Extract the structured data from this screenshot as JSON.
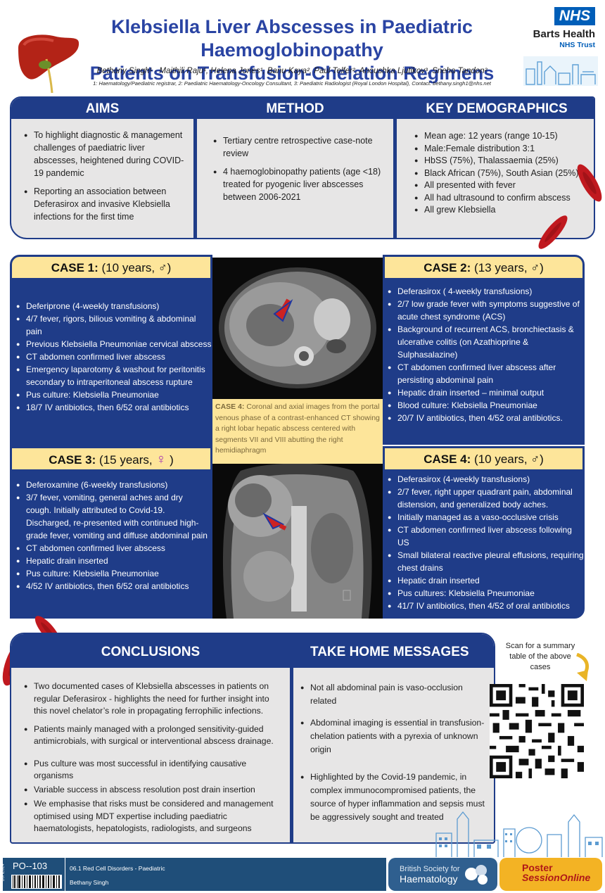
{
  "header": {
    "title_line1": "Klebsiella Liver Abscesses in Paediatric Haemoglobinopathy",
    "title_line2": "Patients on Transfusion-Chelation Regimens",
    "authors": "Bethany Singh¹ · Maithili Raju¹, Helena Jones¹, Banu Kaya², Paul Telfer², Anoushka Ljutikov³, Sneha Tandon²",
    "affiliations": "1: Haematology/Paediatric registrar, 2: Paediatric Haematology-Oncology Consultant, 3: Paediatric Radiologist (Royal London Hospital), Contact: bethany.singh1@nhs.net",
    "nhs_logo": "NHS",
    "org_name": "Barts Health",
    "org_sub": "NHS Trust"
  },
  "aims": {
    "heading": "AIMS",
    "items": [
      "To highlight diagnostic & management challenges of paediatric liver abscesses, heightened during COVID-19 pandemic",
      "Reporting an association between Deferasirox and invasive Klebsiella infections for the first time"
    ]
  },
  "method": {
    "heading": "METHOD",
    "items": [
      "Tertiary centre retrospective case-note review",
      "4 haemoglobinopathy patients (age <18) treated for pyogenic liver abscesses between 2006-2021"
    ]
  },
  "demographics": {
    "heading": "KEY DEMOGRAPHICS",
    "items": [
      "Mean age: 12 years (range 10-15)",
      "Male:Female distribution 3:1",
      "HbSS (75%), Thalassaemia (25%)",
      "Black African (75%), South Asian (25%)",
      "All presented with fever",
      "All had ultrasound to confirm abscess",
      "All grew Klebsiella"
    ]
  },
  "case1": {
    "label": "CASE 1:",
    "detail": "(10 years,",
    "symbol": "♂",
    "close": ")",
    "items": [
      "Deferiprone (4-weekly transfusions)",
      "4/7 fever, rigors, bilious vomiting & abdominal pain",
      "Previous Klebsiella Pneumoniae cervical abscess",
      "CT abdomen confirmed liver abscess",
      "Emergency laparotomy & washout for peritonitis secondary to intraperitoneal abscess rupture",
      "Pus culture: Klebsiella Pneumoniae",
      "18/7 IV antibiotics, then 6/52 oral antibiotics"
    ]
  },
  "case2": {
    "label": "CASE 2:",
    "detail": "(13 years,",
    "symbol": "♂",
    "close": ")",
    "items": [
      "Deferasirox ( 4-weekly transfusions)",
      "2/7 low grade fever with symptoms suggestive of acute chest syndrome (ACS)",
      "Background of recurrent ACS, bronchiectasis & ulcerative colitis (on Azathioprine & Sulphasalazine)",
      "CT abdomen confirmed liver abscess after persisting abdominal pain",
      "Hepatic drain inserted – minimal output",
      "Blood culture: Klebsiella Pneumoniae",
      "20/7 IV antibiotics, then 4/52 oral antibiotics."
    ]
  },
  "case3": {
    "label": "CASE 3:",
    "detail": "(15 years,",
    "symbol": "♀",
    "close": ")",
    "items": [
      "Deferoxamine (6-weekly  transfusions)",
      "3/7 fever, vomiting, general aches and dry cough. Initially attributed to Covid-19. Discharged, re-presented with continued high-grade fever, vomiting and diffuse abdominal pain",
      "CT abdomen confirmed liver abscess",
      "Hepatic drain inserted",
      "Pus culture: Klebsiella Pneumoniae",
      "4/52 IV antibiotics, then 6/52 oral antibiotics"
    ]
  },
  "case4": {
    "label": "CASE 4:",
    "detail": "(10 years,",
    "symbol": "♂",
    "close": ")",
    "items": [
      "Deferasirox (4-weekly transfusions)",
      "2/7 fever, right upper quadrant pain, abdominal distension, and generalized body aches.",
      "Initially managed as a vaso-occlusive crisis",
      "CT abdomen confirmed liver abscess following US",
      "Small bilateral reactive pleural effusions, requiring chest drains",
      "Hepatic drain inserted",
      "Pus cultures: Klebsiella Pneumoniae",
      "41/7 IV antibiotics, then 4/52 of oral antibiotics"
    ]
  },
  "ct_caption": {
    "label": "CASE 4:",
    "text": " Coronal and axial images from the portal venous phase of a contrast-enhanced CT showing a right lobar hepatic abscess centered with segments VII and VIII abutting the right hemidiaphragm"
  },
  "conclusions": {
    "heading": "CONCLUSIONS",
    "items": [
      "Two documented cases of Klebsiella abscesses in patients on regular Deferasirox - highlights the need for further insight into this novel chelator’s role in propagating ferrophilic infections.",
      "Patients mainly managed with a prolonged sensitivity-guided antimicrobials, with surgical or interventional abscess drainage.",
      "Pus culture was most successful in identifying causative organisms",
      "Variable success in abscess resolution post drain insertion",
      "We emphasise that risks must be considered and management optimised using MDT expertise including paediatric haematologists, hepatologists, radiologists, and surgeons"
    ]
  },
  "take_home": {
    "heading": "TAKE HOME MESSAGES",
    "items": [
      "Not all abdominal pain is vaso-occlusion related",
      "Abdominal imaging is essential in transfusion-chelation patients with a pyrexia of unknown origin",
      "Highlighted by the Covid-19 pandemic, in complex immunocompromised patients, the source of hyper inflammation and sepsis must be aggressively sought and treated"
    ]
  },
  "qr": {
    "text": "Scan for a summary table of the above cases"
  },
  "footer": {
    "poster_id": "PO--103",
    "side_code": "B8H2024",
    "category": "06.1 Red Cell Disorders - Paediatric",
    "presenter": "Bethany Singh",
    "bsh_line1": "British Society for",
    "bsh_line2": "Haematology",
    "pso_line1": "Poster",
    "pso_line2": "SessionOnline"
  },
  "colors": {
    "navy": "#1f3c88",
    "title_blue": "#2a44a3",
    "case_header": "#fde59a",
    "panel_grey": "#e7e6e6",
    "rbc_red": "#c0191f"
  }
}
